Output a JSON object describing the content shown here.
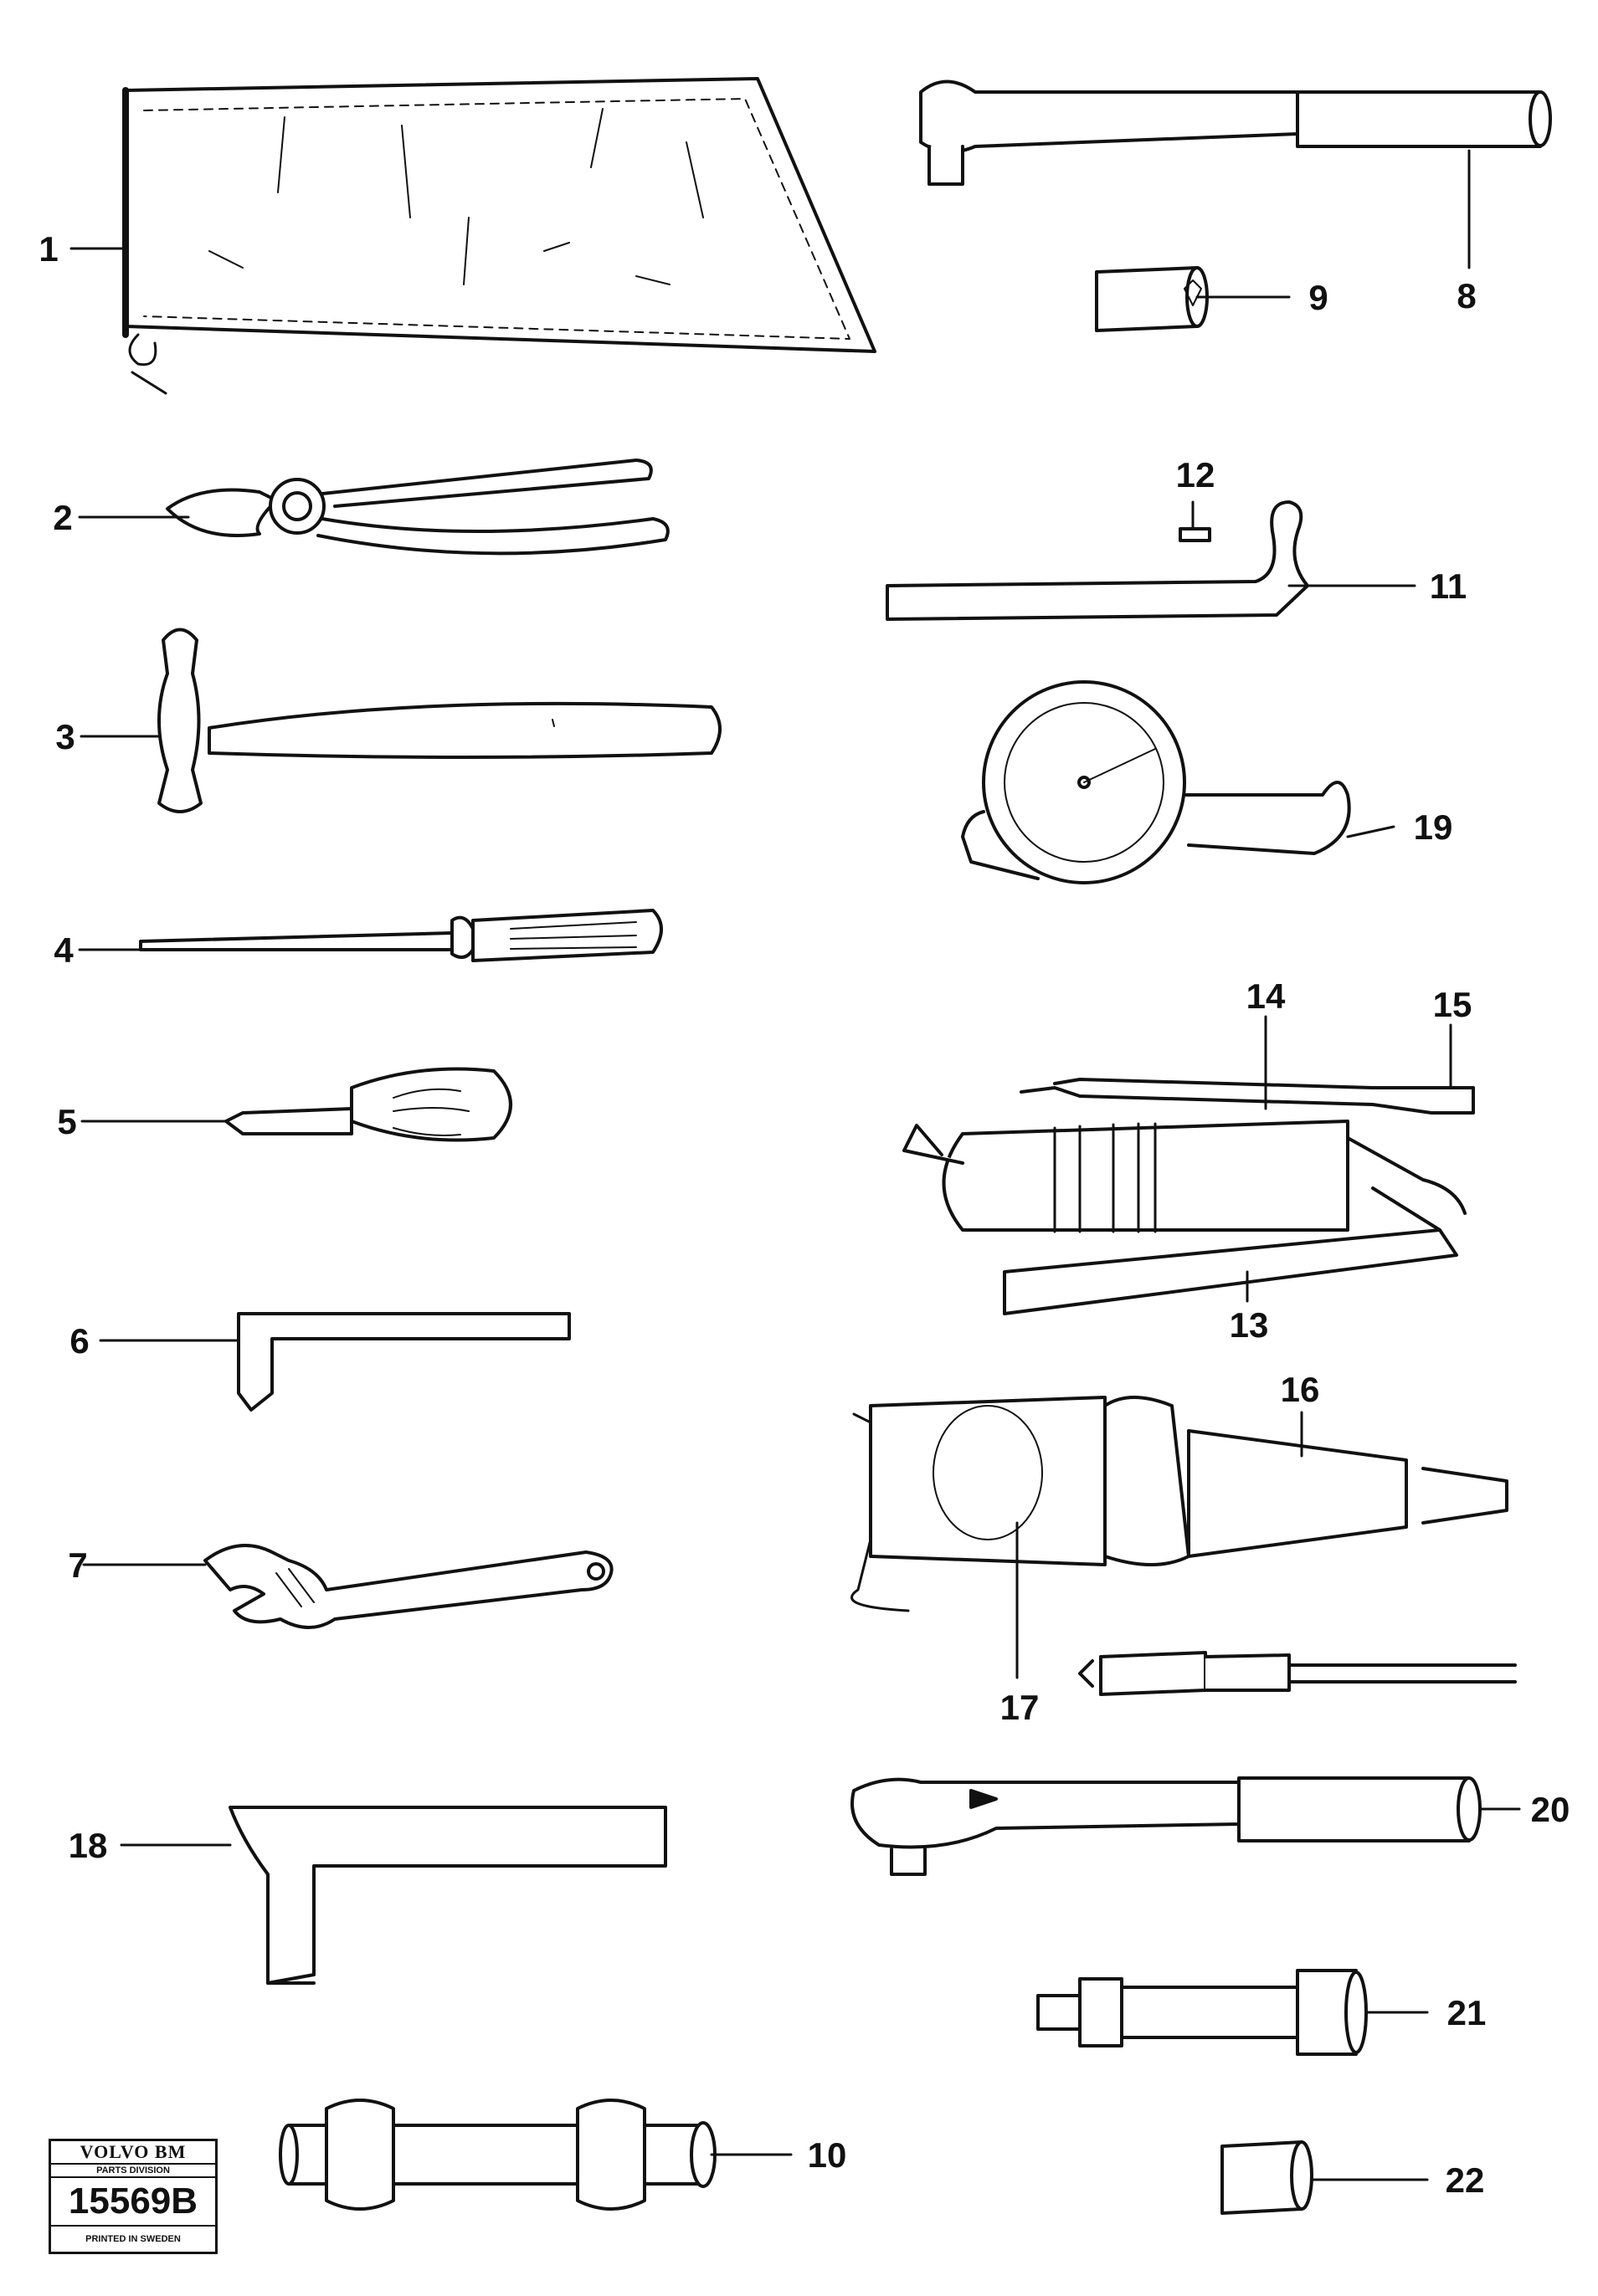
{
  "diagram": {
    "stroke_color": "#111111",
    "background": "#ffffff",
    "callouts": [
      {
        "id": "1",
        "label": "1"
      },
      {
        "id": "2",
        "label": "2"
      },
      {
        "id": "3",
        "label": "3"
      },
      {
        "id": "4",
        "label": "4"
      },
      {
        "id": "5",
        "label": "5"
      },
      {
        "id": "6",
        "label": "6"
      },
      {
        "id": "7",
        "label": "7"
      },
      {
        "id": "8",
        "label": "8"
      },
      {
        "id": "9",
        "label": "9"
      },
      {
        "id": "10",
        "label": "10"
      },
      {
        "id": "11",
        "label": "11"
      },
      {
        "id": "12",
        "label": "12"
      },
      {
        "id": "13",
        "label": "13"
      },
      {
        "id": "14",
        "label": "14"
      },
      {
        "id": "15",
        "label": "15"
      },
      {
        "id": "16",
        "label": "16"
      },
      {
        "id": "17",
        "label": "17"
      },
      {
        "id": "18",
        "label": "18"
      },
      {
        "id": "19",
        "label": "19"
      },
      {
        "id": "20",
        "label": "20"
      },
      {
        "id": "21",
        "label": "21"
      },
      {
        "id": "22",
        "label": "22"
      }
    ]
  },
  "stamp": {
    "brand": "VOLVO BM",
    "division": "PARTS DIVISION",
    "number": "15569B",
    "printed": "PRINTED IN SWEDEN"
  }
}
